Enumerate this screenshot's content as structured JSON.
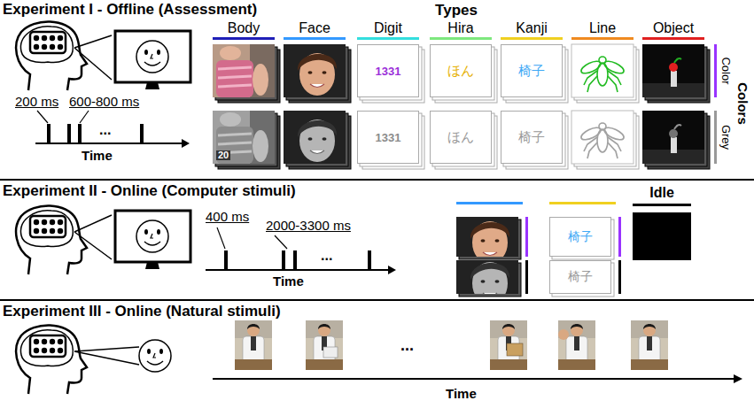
{
  "diagram": {
    "nodes": [
      {
        "text": [
          "Experiment I - Offline (Assessment)"
        ]
      },
      {
        "text": [
          "1331"
        ],
        "in": 0
      },
      {
        "text": [
          "ほん"
        ],
        "in": 0
      },
      {
        "text": [
          "椅子"
        ],
        "in": 0
      },
      {
        "text": [
          "1331"
        ],
        "in": 0
      },
      {
        "text": [
          "ほん"
        ],
        "in": 0
      },
      {
        "text": [
          "椅子"
        ],
        "in": 0
      },
      {
        "text": [
          "Experiment II - Online (Computer stimuli)"
        ]
      },
      {
        "text": [
          "椅子"
        ],
        "in": 7
      },
      {
        "text": [
          "椅子"
        ],
        "in": 7
      },
      {
        "text": [
          "Idle"
        ],
        "in": 7
      },
      {
        "text": [
          "Experiment III - Online (Natural stimuli)"
        ]
      }
    ],
    "labels": [
      "Types",
      "Body",
      "Face",
      "Digit",
      "Hira",
      "Kanji",
      "Line",
      "Object",
      "Colors",
      "Color",
      "Grey",
      "20",
      "200 ms",
      "600-800 ms",
      "...",
      "Time",
      "400 ms",
      "2000-3300 ms",
      "...",
      "Time",
      "...",
      "Time"
    ]
  }
}
